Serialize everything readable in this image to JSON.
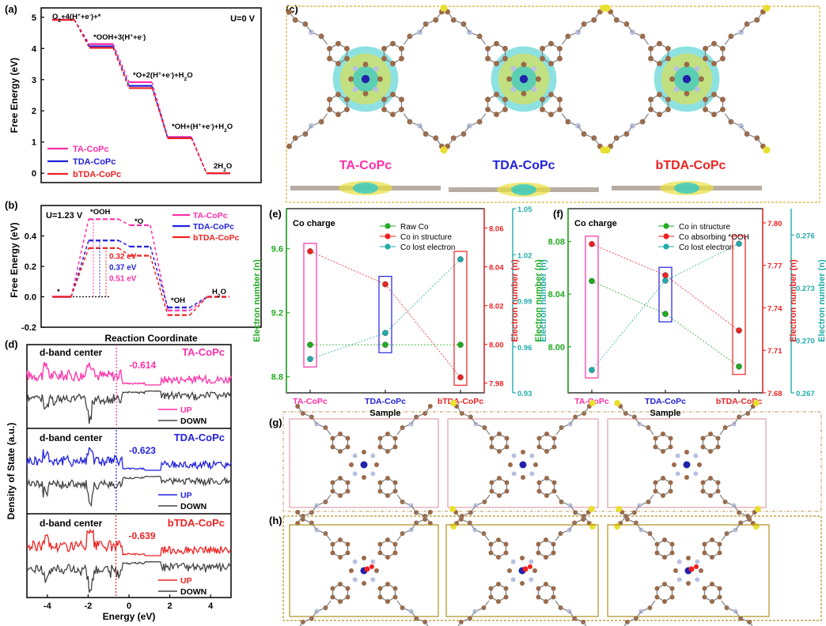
{
  "panel_letters": [
    "(a)",
    "(b)",
    "(c)",
    "(d)",
    "(e)",
    "(f)",
    "(g)",
    "(h)"
  ],
  "colors": {
    "ta": "#ff2fa8",
    "tda": "#2222dd",
    "btda": "#ee2222",
    "down": "#444444",
    "raw": "#22aa22",
    "lost": "#22aaaa",
    "atom_c": "#9a6a4a",
    "atom_n": "#b8c0e0",
    "atom_s": "#e8e030",
    "atom_h": "#f0d8d8",
    "co": "#2222aa",
    "iso_y": "#e8e040",
    "iso_c": "#30c8c8",
    "frame_c": "#d8b030",
    "frame_g": "#c8a878",
    "frame_h": "#b09020",
    "frame_pink": "#e0a0a8"
  },
  "chart_data": [
    {
      "id": "a",
      "type": "line",
      "xlabel": "",
      "ylabel": "Free Energy (eV)",
      "ylim": [
        -0.3,
        5.3
      ],
      "yticks": [
        0,
        1,
        2,
        3,
        4,
        5
      ],
      "annotation": "U=0 V",
      "step_labels": [
        "O2+4(H+ +e-)+*",
        "*OOH+3(H+ +e-)",
        "*O+2(H+ +e-)+H2O",
        "*OH+(H+ +e-)+H2O",
        "2H2O"
      ],
      "series": [
        {
          "name": "TA-CoPc",
          "values": [
            4.92,
            4.14,
            2.92,
            1.16,
            0
          ]
        },
        {
          "name": "TDA-CoPc",
          "values": [
            4.92,
            4.07,
            2.8,
            1.13,
            0
          ]
        },
        {
          "name": "bTDA-CoPc",
          "values": [
            4.92,
            4.02,
            2.73,
            1.12,
            0
          ]
        }
      ]
    },
    {
      "id": "b",
      "type": "line",
      "xlabel": "Reaction Coordinate",
      "ylabel": "Free Energy (eV)",
      "ylim": [
        -0.2,
        0.6
      ],
      "yticks": [
        -0.2,
        0.0,
        0.2,
        0.4
      ],
      "annotation": "U=1.23 V",
      "step_labels": [
        "*",
        "*OOH",
        "*O",
        "*OH",
        "H2O"
      ],
      "series": [
        {
          "name": "TA-CoPc",
          "values": [
            0,
            0.51,
            0.47,
            -0.09,
            0
          ]
        },
        {
          "name": "TDA-CoPc",
          "values": [
            0,
            0.37,
            0.33,
            -0.07,
            0
          ]
        },
        {
          "name": "bTDA-CoPc",
          "values": [
            0,
            0.32,
            0.27,
            -0.12,
            0
          ]
        }
      ],
      "gaps": [
        "0.32 eV",
        "0.37 eV",
        "0.51 eV"
      ]
    },
    {
      "id": "d",
      "type": "line",
      "xlabel": "Energy (eV)",
      "ylabel": "Density of State (a.u.)",
      "xlim": [
        -5,
        5
      ],
      "xticks": [
        -4,
        -2,
        0,
        2,
        4
      ],
      "subplots": [
        {
          "title": "d-band center",
          "name": "TA-CoPc",
          "center": -0.614,
          "center_label": "-0.614"
        },
        {
          "title": "d-band center",
          "name": "TDA-CoPc",
          "center": -0.623,
          "center_label": "-0.623"
        },
        {
          "title": "d-band center",
          "name": "bTDA-CoPc",
          "center": -0.639,
          "center_label": "-0.639"
        }
      ],
      "legend": [
        "UP",
        "DOWN"
      ]
    },
    {
      "id": "e",
      "type": "scatter",
      "title": "Co charge",
      "xlabel": "Sample",
      "categories": [
        "TA-CoPc",
        "TDA-CoPc",
        "bTDA-CoPc"
      ],
      "axes": [
        {
          "label": "Electron number (n)",
          "ticks": [
            "8.8",
            "9.2",
            "9.6"
          ],
          "ylim": [
            8.7,
            9.85
          ]
        },
        {
          "label": "Electron number (n)",
          "ticks": [
            "7.98",
            "8.00",
            "8.02",
            "8.04",
            "8.06"
          ],
          "ylim": [
            7.975,
            8.07
          ]
        },
        {
          "label": "Electron number (n)",
          "ticks": [
            "0.93",
            "0.96",
            "0.99",
            "1.02",
            "1.05"
          ],
          "ylim": [
            0.93,
            1.05
          ]
        }
      ],
      "series": [
        {
          "name": "Raw Co",
          "axis": 0,
          "values": [
            9.0,
            9.0,
            9.0
          ]
        },
        {
          "name": "Co in structure",
          "axis": 1,
          "values": [
            8.048,
            8.031,
            7.983
          ]
        },
        {
          "name": "Co lost electron",
          "axis": 2,
          "values": [
            0.952,
            0.969,
            1.017
          ]
        }
      ]
    },
    {
      "id": "f",
      "type": "scatter",
      "title": "Co charge",
      "xlabel": "Sample",
      "categories": [
        "TA-CoPc",
        "TDA-CoPc",
        "bTDA-CoPc"
      ],
      "axes": [
        {
          "label": "Electron number (n)",
          "ticks": [
            "8.00",
            "8.04",
            "8.08"
          ],
          "ylim": [
            7.965,
            8.105
          ]
        },
        {
          "label": "Electron number (n)",
          "ticks": [
            "7.68",
            "7.71",
            "7.74",
            "7.77",
            "7.80"
          ],
          "ylim": [
            7.68,
            7.81
          ]
        },
        {
          "label": "Electron number (n)",
          "ticks": [
            "0.267",
            "0.270",
            "0.273",
            "0.276"
          ],
          "ylim": [
            0.267,
            0.2775
          ]
        }
      ],
      "series": [
        {
          "name": "Co in structure",
          "axis": 0,
          "values": [
            8.05,
            8.025,
            7.985
          ]
        },
        {
          "name": "Co absorbing *OOH",
          "axis": 1,
          "values": [
            7.785,
            7.763,
            7.724
          ]
        },
        {
          "name": "Co lost electron",
          "axis": 2,
          "values": [
            0.2683,
            0.2734,
            0.2755
          ]
        }
      ]
    }
  ],
  "panel_c_labels": [
    "TA-CoPc",
    "TDA-CoPc",
    "bTDA-CoPc"
  ]
}
